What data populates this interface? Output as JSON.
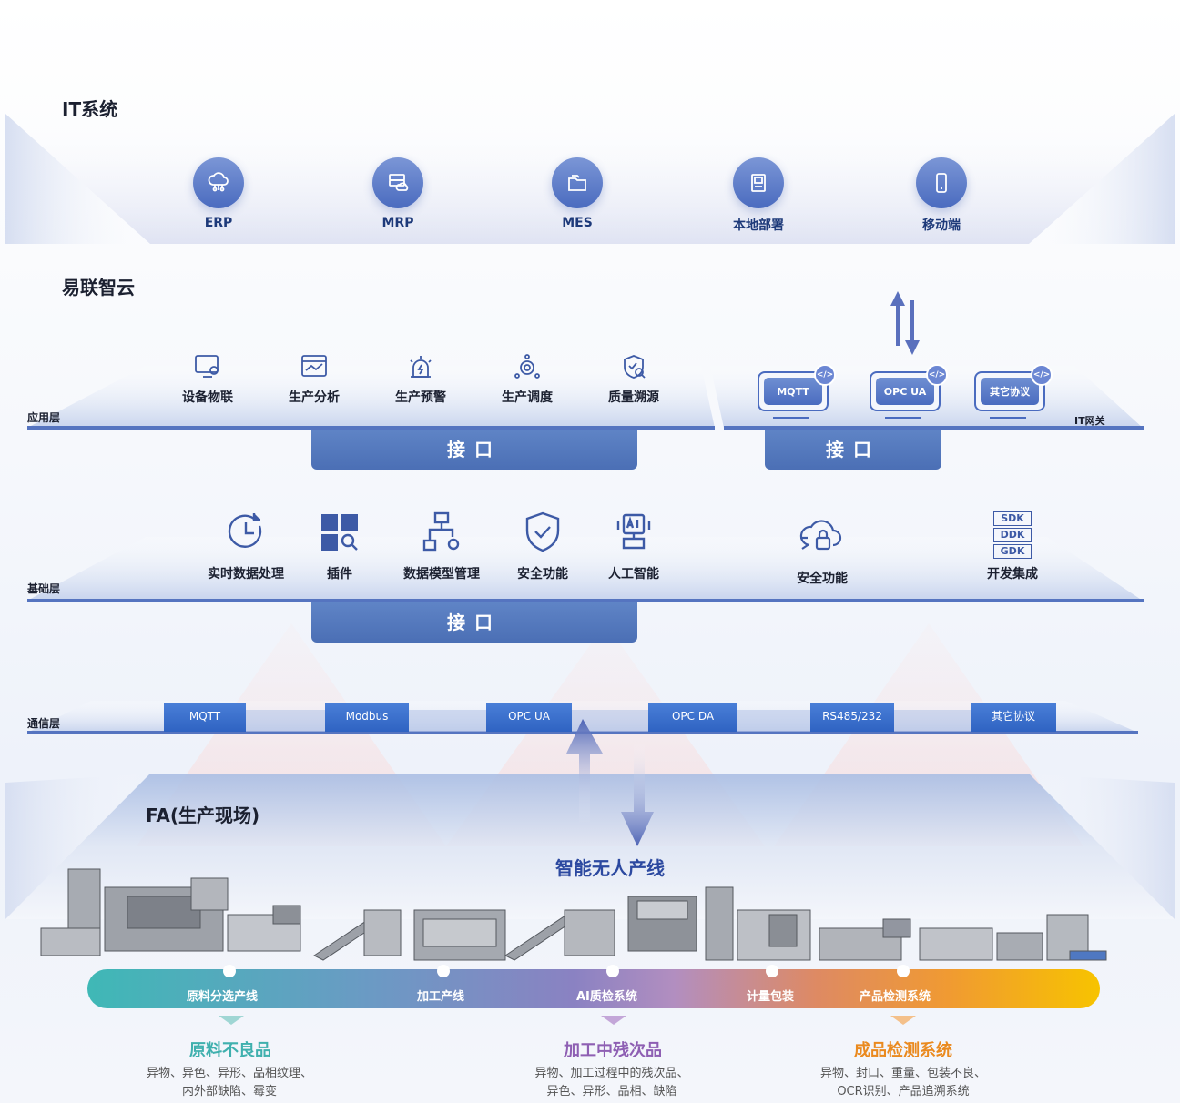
{
  "it_system": {
    "title": "IT系统",
    "items": [
      {
        "label": "ERP",
        "icon": "cloud-network-icon"
      },
      {
        "label": "MRP",
        "icon": "server-cloud-icon"
      },
      {
        "label": "MES",
        "icon": "folder-icon"
      },
      {
        "label": "本地部署",
        "icon": "floppy-disk-icon"
      },
      {
        "label": "移动端",
        "icon": "mobile-phone-icon"
      }
    ]
  },
  "cloud": {
    "title": "易联智云",
    "application_layer": {
      "label": "应用层",
      "items": [
        {
          "label": "设备物联",
          "icon": "monitor-gear-icon"
        },
        {
          "label": "生产分析",
          "icon": "analytics-icon"
        },
        {
          "label": "生产预警",
          "icon": "alarm-icon"
        },
        {
          "label": "生产调度",
          "icon": "dispatch-icon"
        },
        {
          "label": "质量溯源",
          "icon": "shield-search-icon"
        }
      ],
      "interface_label": "接口"
    },
    "gateway": {
      "label": "IT网关",
      "protocols": [
        "MQTT",
        "OPC UA",
        "其它协议"
      ],
      "interface_label": "接口"
    },
    "base_layer": {
      "label": "基础层",
      "items": [
        {
          "label": "实时数据处理",
          "icon": "clock-icon"
        },
        {
          "label": "插件",
          "icon": "plugin-grid-icon"
        },
        {
          "label": "数据模型管理",
          "icon": "data-model-icon"
        },
        {
          "label": "安全功能",
          "icon": "shield-check-icon"
        },
        {
          "label": "人工智能",
          "icon": "ai-icon"
        }
      ],
      "right_items": [
        {
          "label": "安全功能",
          "icon": "cloud-lock-icon"
        },
        {
          "label": "开发集成",
          "icon": "sdk-stack-icon",
          "tags": [
            "SDK",
            "DDK",
            "GDK"
          ]
        }
      ],
      "interface_label": "接口"
    },
    "communication_layer": {
      "label": "通信层",
      "protocols": [
        "MQTT",
        "Modbus",
        "OPC UA",
        "OPC DA",
        "RS485/232",
        "其它协议"
      ]
    }
  },
  "fa": {
    "title": "FA(生产现场)",
    "line_title": "智能无人产线",
    "stages": [
      "原料分选产线",
      "加工产线",
      "AI质检系统",
      "计量包装",
      "产品检测系统"
    ],
    "defects": [
      {
        "title": "原料不良品",
        "desc1": "异物、异色、异形、品相纹理、",
        "desc2": "内外部缺陷、霉变",
        "color": "#3fb0ae"
      },
      {
        "title": "加工中残次品",
        "desc1": "异物、加工过程中的残次品、",
        "desc2": "异色、异形、品相、缺陷",
        "color": "#8e5fb3"
      },
      {
        "title": "成品检测系统",
        "desc1": "异物、封口、重量、包装不良、",
        "desc2": "OCR识别、产品追溯系统",
        "color": "#ea8a1f"
      }
    ]
  }
}
